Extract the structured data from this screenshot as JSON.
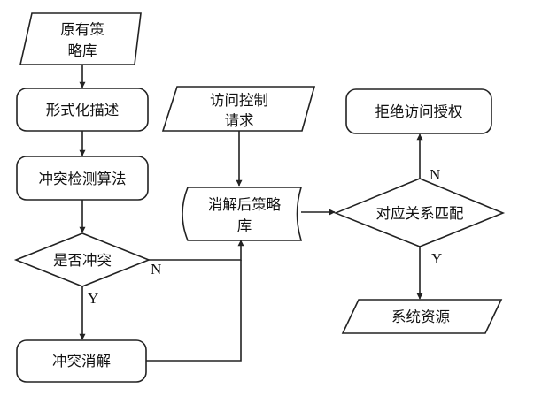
{
  "nodes": {
    "original_policy": {
      "lines": [
        "原有策",
        "略库"
      ]
    },
    "formal_description": {
      "label": "形式化描述"
    },
    "conflict_detection": {
      "label": "冲突检测算法"
    },
    "is_conflict": {
      "label": "是否冲突"
    },
    "conflict_resolution": {
      "label": "冲突消解"
    },
    "access_request": {
      "lines": [
        "访问控制",
        "请求"
      ]
    },
    "resolved_policy": {
      "lines": [
        "消解后策略",
        "库"
      ]
    },
    "match": {
      "label": "对应关系匹配"
    },
    "deny": {
      "label": "拒绝访问授权"
    },
    "system_resource": {
      "label": "系统资源"
    }
  },
  "edge_labels": {
    "conflict_no": "N",
    "conflict_yes": "Y",
    "match_no": "N",
    "match_yes": "Y"
  }
}
